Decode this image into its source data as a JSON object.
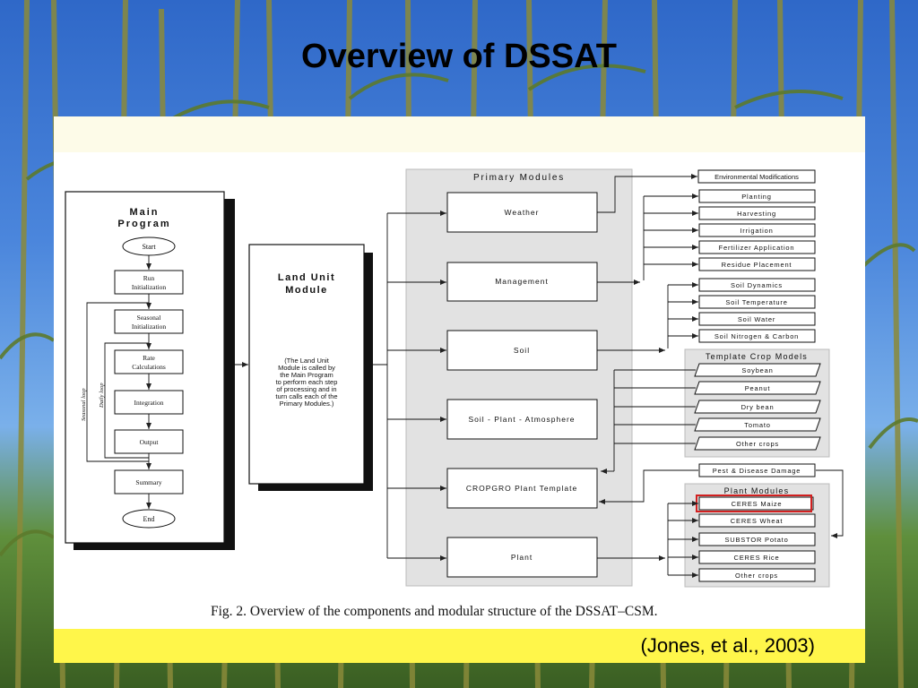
{
  "title": "Overview of DSSAT",
  "caption": "Fig. 2.  Overview of the components and modular structure of the DSSAT–CSM.",
  "citation": "(Jones, et al., 2003)",
  "colors": {
    "highlight": "#d22020",
    "citation_bar": "#fff64a",
    "group_box": "#e2e2e2"
  },
  "main_program": {
    "title_line1": "Main",
    "title_line2": "Program",
    "start": "Start",
    "run_line1": "Run",
    "run_line2": "Initialization",
    "seasonal_line1": "Seasonal",
    "seasonal_line2": "Initialization",
    "rate_line1": "Rate",
    "rate_line2": "Calculations",
    "integration": "Integration",
    "output": "Output",
    "summary": "Summary",
    "end": "End",
    "seasonal_loop": "Seasonal loop",
    "daily_loop": "Daily loop"
  },
  "land_unit": {
    "title_line1": "Land Unit",
    "title_line2": "Module",
    "desc": [
      "(The Land Unit",
      "Module is called by",
      "the Main Program",
      "to perform each step",
      "of processing and in",
      "turn calls each of the",
      "Primary Modules.)"
    ]
  },
  "primary": {
    "title": "Primary Modules",
    "modules": [
      "Weather",
      "Management",
      "Soil",
      "Soil - Plant - Atmosphere",
      "CROPGRO Plant Template",
      "Plant"
    ]
  },
  "env_mod": "Environmental Modifications",
  "management_items": [
    "Planting",
    "Harvesting",
    "Irrigation",
    "Fertilizer Application",
    "Residue Placement"
  ],
  "soil_items": [
    "Soil Dynamics",
    "Soil Temperature",
    "Soil Water",
    "Soil Nitrogen & Carbon"
  ],
  "template_crops": {
    "title": "Template Crop Models",
    "items": [
      "Soybean",
      "Peanut",
      "Dry bean",
      "Tomato",
      "Other crops"
    ]
  },
  "pest": "Pest & Disease Damage",
  "plant_modules": {
    "title": "Plant Modules",
    "items": [
      "CERES Maize",
      "CERES Wheat",
      "SUBSTOR Potato",
      "CERES Rice",
      "Other crops"
    ]
  }
}
